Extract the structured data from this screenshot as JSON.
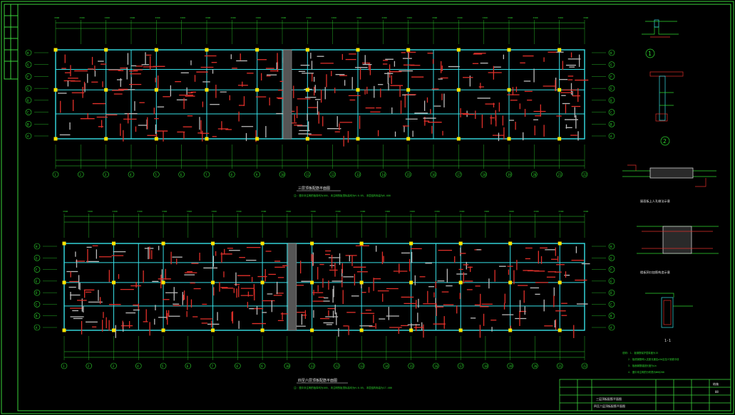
{
  "sheet": {
    "plan_top_title": "三层顶板配筋平面图",
    "plan_top_note": "注: 图中未注明的板厚均为100, 未注明的板顶标高均为H-0.05, 本层结构标高为8.400",
    "plan_bottom_title": "四至六层顶板配筋平面图",
    "plan_bottom_note": "注: 图中未注明的板厚均为100, 未注明的板顶标高均为H-0.05, 本层结构标高为17.400",
    "detail_1_mark": "1",
    "detail_2_mark": "2",
    "detail_a_title": "屋面板上人孔做法示意",
    "detail_b_title": "楼板洞口加筋构造示意",
    "detail_c_title": "1-1",
    "notes_title": "说明: 1. 板钢筋保护层厚度为15",
    "notes_lines": [
      "2. 板底钢筋伸入支座长度应≥5d且至少到梁中线",
      "3. 板面钢筋锚固长度为La",
      "4. 图中未注明的分布筋为Φ6@200"
    ],
    "titleblock_name_1": "三层顶板配筋平面图",
    "titleblock_name_2": "四至六层顶板配筋平面图",
    "titleblock_sheet_no": "结施",
    "titleblock_sheet_num": "08",
    "axis_labels_top": [
      "1",
      "2",
      "3",
      "4",
      "5",
      "6",
      "7",
      "8",
      "9",
      "10",
      "11",
      "12",
      "13",
      "14",
      "15",
      "16",
      "17",
      "18",
      "19",
      "20",
      "21",
      "22"
    ],
    "axis_labels_side": [
      "H",
      "G",
      "F",
      "E",
      "D",
      "C",
      "B",
      "A"
    ]
  },
  "colors": {
    "beam": "#37e0e6",
    "rebar": "#e0302a",
    "dim": "#2fd82f",
    "text": "#e6e6e6",
    "column": "#ffe600",
    "frame": "#3ad43a"
  }
}
